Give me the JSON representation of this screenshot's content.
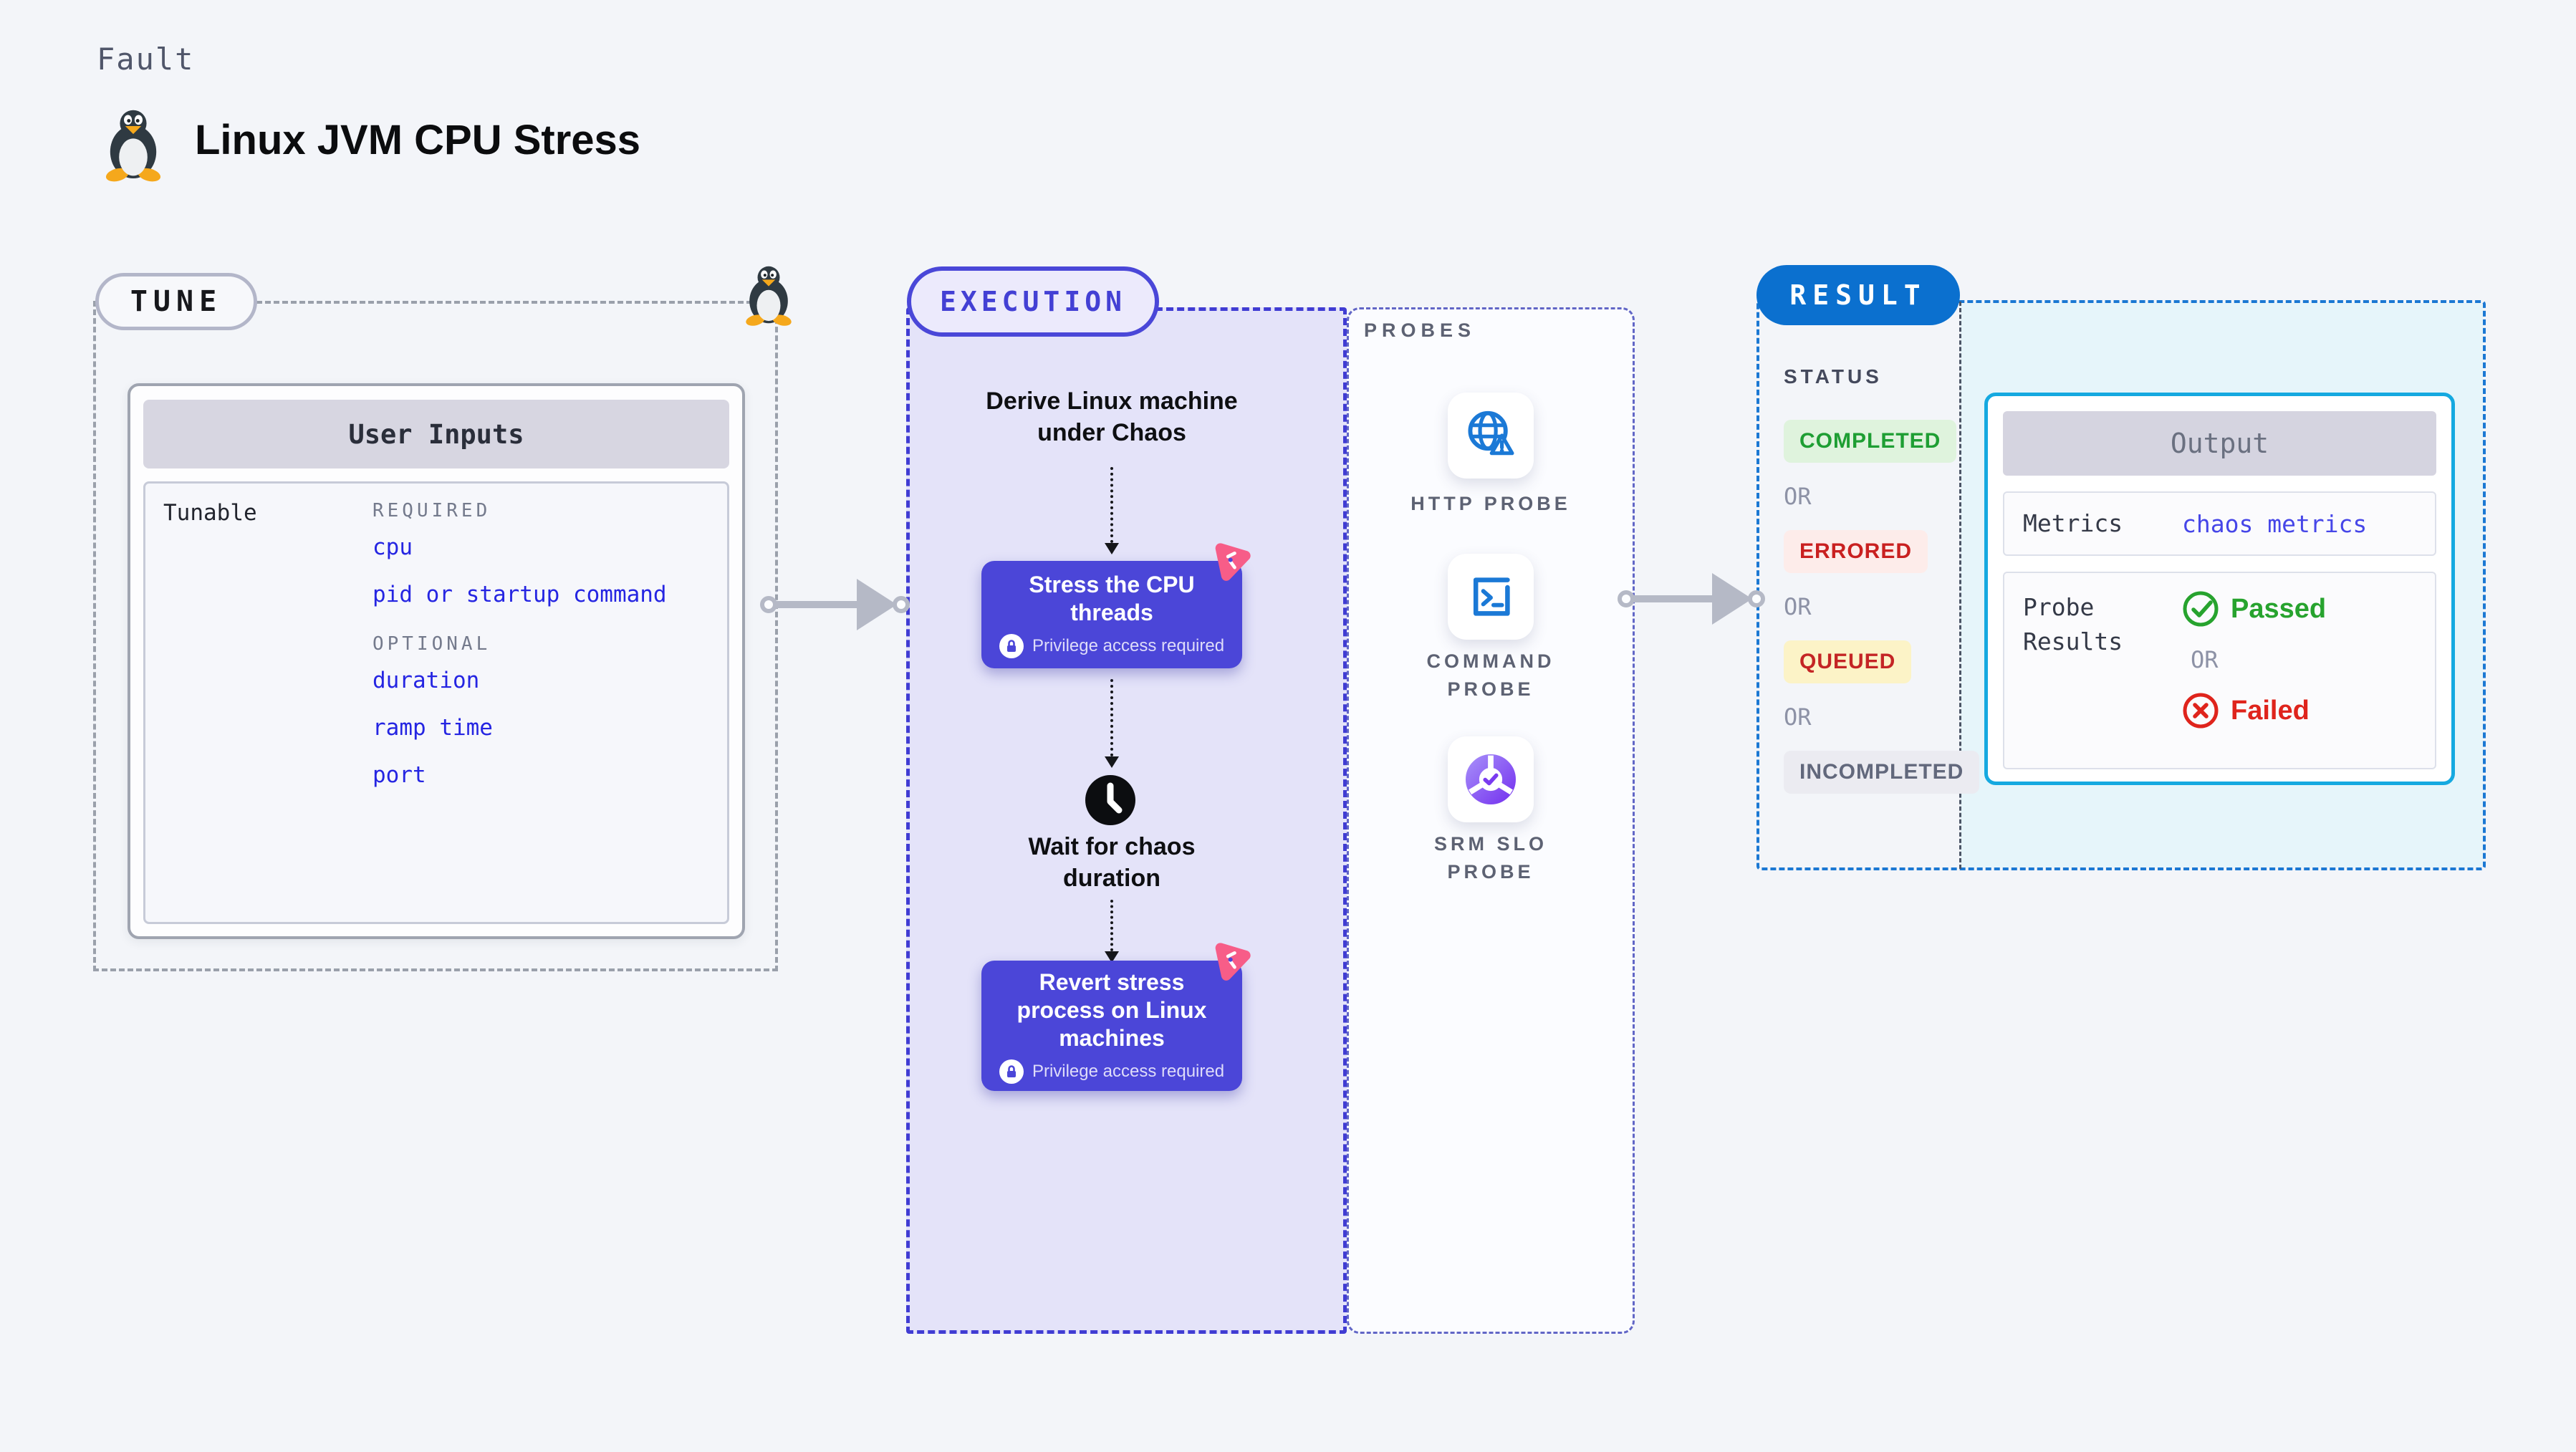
{
  "page": {
    "kind_label": "Fault",
    "title": "Linux JVM CPU Stress"
  },
  "tune": {
    "badge": "TUNE",
    "card_title": "User Inputs",
    "row_label": "Tunable",
    "groups": [
      {
        "label": "REQUIRED",
        "items": [
          "cpu",
          "pid or startup command"
        ]
      },
      {
        "label": "OPTIONAL",
        "items": [
          "duration",
          "ramp time",
          "port"
        ]
      }
    ]
  },
  "execution": {
    "badge": "EXECUTION",
    "steps": {
      "derive": {
        "lines": [
          "Derive Linux machine",
          "under Chaos"
        ]
      },
      "stress": {
        "lines": [
          "Stress the CPU",
          "threads"
        ],
        "note": "Privilege access required"
      },
      "wait": {
        "lines": [
          "Wait for chaos",
          "duration"
        ]
      },
      "revert": {
        "lines": [
          "Revert stress",
          "process on Linux",
          "machines"
        ],
        "note": "Privilege access required"
      }
    }
  },
  "probes": {
    "label": "PROBES",
    "items": [
      {
        "caption_lines": [
          "HTTP PROBE"
        ],
        "icon": "globe-alert-icon"
      },
      {
        "caption_lines": [
          "COMMAND",
          "PROBE"
        ],
        "icon": "terminal-icon"
      },
      {
        "caption_lines": [
          "SRM SLO",
          "PROBE"
        ],
        "icon": "slo-donut-icon"
      }
    ]
  },
  "result": {
    "badge": "RESULT",
    "status_label": "STATUS",
    "or_label": "OR",
    "statuses": [
      {
        "label": "COMPLETED"
      },
      {
        "label": "ERRORED"
      },
      {
        "label": "QUEUED"
      },
      {
        "label": "INCOMPLETED"
      }
    ],
    "output": {
      "title": "Output",
      "metrics_label": "Metrics",
      "metrics_value": "chaos metrics",
      "probe_results_label": "Probe Results",
      "passed_label": "Passed",
      "failed_label": "Failed"
    }
  },
  "colors": {
    "accent_indigo": "#4b46d8",
    "execution_bg": "#e4e3f9",
    "chaos_pink": "#f75d88",
    "result_blue": "#0b70cf",
    "output_border_cyan": "#15a9e0",
    "output_bg_cyan": "#e6f5fa",
    "passed_green": "#27a32e",
    "failed_red": "#df241c",
    "queued_bg": "#fcf3c7",
    "link_blue": "#2525e2",
    "arrow_gray": "#b5b9c6"
  }
}
